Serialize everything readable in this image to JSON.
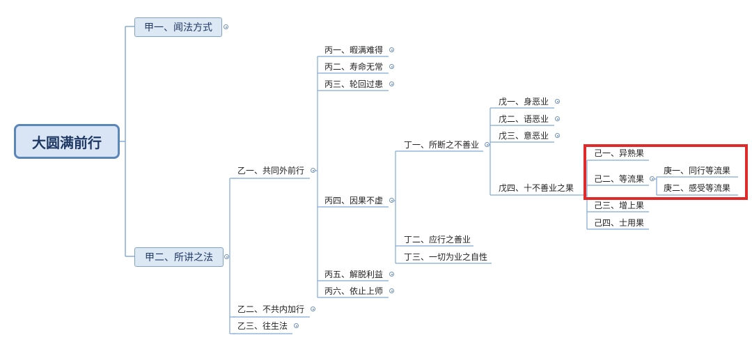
{
  "root": {
    "label": "大圆满前行"
  },
  "jia1": {
    "label": "甲一、闻法方式"
  },
  "jia2": {
    "label": "甲二、所讲之法"
  },
  "yi1": {
    "label": "乙一、共同外前行"
  },
  "yi2": {
    "label": "乙二、不共内加行"
  },
  "yi3": {
    "label": "乙三、往生法"
  },
  "bing": [
    "丙一、暇满难得",
    "丙二、寿命无常",
    "丙三、轮回过患",
    "丙四、因果不虚",
    "丙五、解脱利益",
    "丙六、依止上师"
  ],
  "ding": [
    "丁一、所断之不善业",
    "丁二、应行之善业",
    "丁三、一切为业之自性"
  ],
  "wu": [
    "戊一、身恶业",
    "戊二、语恶业",
    "戊三、意恶业",
    "戊四、十不善业之果"
  ],
  "ji": [
    "己一、异熟果",
    "己二、等流果",
    "己三、增上果",
    "己四、士用果"
  ],
  "geng": [
    "庚一、同行等流果",
    "庚二、感受等流果"
  ],
  "colors": {
    "line": "#7fa6d6",
    "root_border": "#5b86b8",
    "highlight": "#e02a2a"
  }
}
